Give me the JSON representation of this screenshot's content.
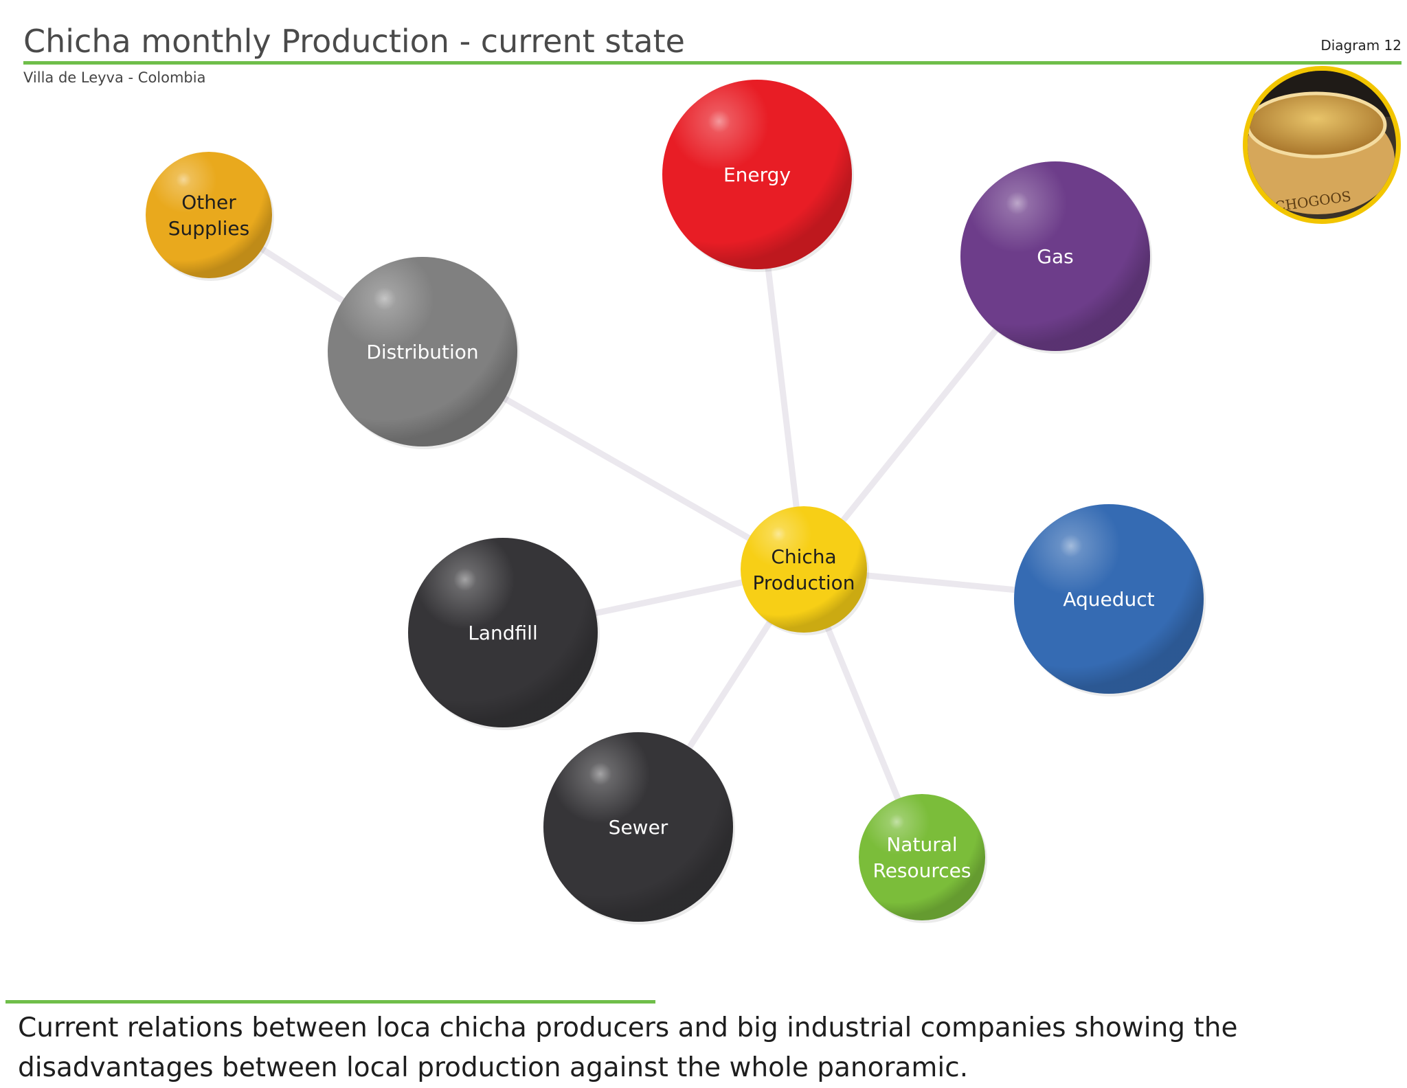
{
  "header": {
    "title": "Chicha monthly Production - current state",
    "diagram_number": "Diagram 12",
    "subtitle": "Villa de Leyva - Colombia"
  },
  "colors": {
    "accent_rule": "#6fbe4a",
    "connector": "#ebe8ee"
  },
  "diagram": {
    "center": {
      "id": "chicha",
      "lines": [
        "Chicha",
        "Production"
      ],
      "color": "#f7cf16",
      "text_color": "#1e1e1e"
    },
    "nodes": [
      {
        "id": "energy",
        "lines": [
          "Energy"
        ],
        "color": "#e81d25",
        "text_color": "#ffffff"
      },
      {
        "id": "gas",
        "lines": [
          "Gas"
        ],
        "color": "#6d3d8a",
        "text_color": "#ffffff"
      },
      {
        "id": "aqueduct",
        "lines": [
          "Aqueduct"
        ],
        "color": "#356bb3",
        "text_color": "#ffffff"
      },
      {
        "id": "natural",
        "lines": [
          "Natural",
          "Resources"
        ],
        "color": "#7bbd3a",
        "text_color": "#ffffff"
      },
      {
        "id": "sewer",
        "lines": [
          "Sewer"
        ],
        "color": "#363538",
        "text_color": "#ffffff"
      },
      {
        "id": "landfill",
        "lines": [
          "Landfill"
        ],
        "color": "#363538",
        "text_color": "#ffffff"
      },
      {
        "id": "distribution",
        "lines": [
          "Distribution"
        ],
        "color": "#808080",
        "text_color": "#ffffff"
      },
      {
        "id": "other",
        "lines": [
          "Other",
          "Supplies"
        ],
        "color": "#e9a91d",
        "text_color": "#1e1e1e"
      }
    ],
    "edges": [
      [
        "chicha",
        "energy"
      ],
      [
        "chicha",
        "gas"
      ],
      [
        "chicha",
        "aqueduct"
      ],
      [
        "chicha",
        "natural"
      ],
      [
        "chicha",
        "sewer"
      ],
      [
        "chicha",
        "landfill"
      ],
      [
        "chicha",
        "distribution"
      ],
      [
        "distribution",
        "other"
      ]
    ]
  },
  "photo": {
    "ring_color": "#f2c500",
    "liquid_color": "#c99a3a",
    "bowl_label": "CHOGOOS"
  },
  "caption": "Current relations between loca chicha producers and big industrial companies showing the disadvantages between local production against the whole panoramic."
}
